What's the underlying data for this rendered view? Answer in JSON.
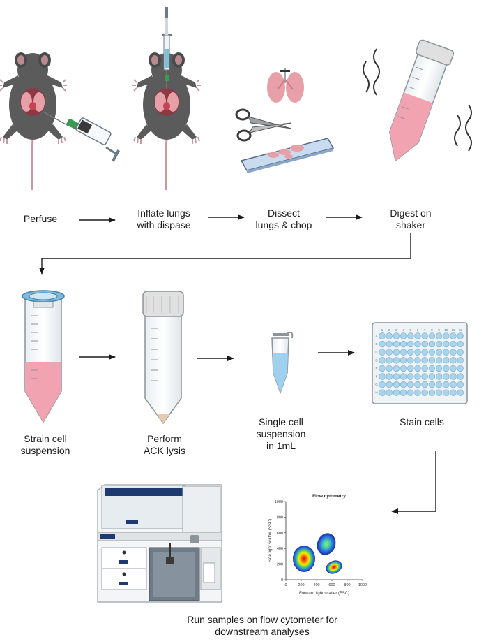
{
  "steps": {
    "perfuse": {
      "lines": [
        "Perfuse"
      ]
    },
    "inflate": {
      "lines": [
        "Inflate lungs",
        "with dispase"
      ]
    },
    "dissect": {
      "lines": [
        "Dissect",
        "lungs & chop"
      ]
    },
    "digest": {
      "lines": [
        "Digest on",
        "shaker"
      ]
    },
    "strain": {
      "lines": [
        "Strain cell",
        "suspension"
      ]
    },
    "ack": {
      "lines": [
        "Perform",
        "ACK lysis"
      ]
    },
    "single": {
      "lines": [
        "Single cell",
        "suspension",
        "in 1mL"
      ]
    },
    "stain": {
      "lines": [
        "Stain cells"
      ]
    },
    "run": {
      "lines": [
        "Run samples on flow cytometer for",
        "downstream analyses"
      ]
    }
  },
  "flow_plot": {
    "title": "Flow cytometry",
    "xlabel": "Forward light scatter (FSC)",
    "ylabel": "Side light scatter (SSC)",
    "xticks": [
      "0",
      "200",
      "400",
      "600",
      "800",
      "1000"
    ],
    "yticks": [
      "0",
      "200",
      "400",
      "600",
      "800",
      "1000"
    ]
  },
  "plate": {
    "cols": [
      "1",
      "2",
      "3",
      "4",
      "5",
      "6",
      "7",
      "8",
      "9",
      "10",
      "11",
      "12"
    ],
    "rows": [
      "A",
      "B",
      "C",
      "D",
      "E",
      "F",
      "G",
      "H"
    ]
  },
  "colors": {
    "mouse": "#5b5b5b",
    "lung": "#e8a0a8",
    "tube_liquid": "#f2a3b1",
    "tube_cap": "#e0e0e0",
    "plate_well": "#a9d4ee",
    "instrument_accent": "#1e3a6e",
    "arrow": "#1a1a1a"
  }
}
